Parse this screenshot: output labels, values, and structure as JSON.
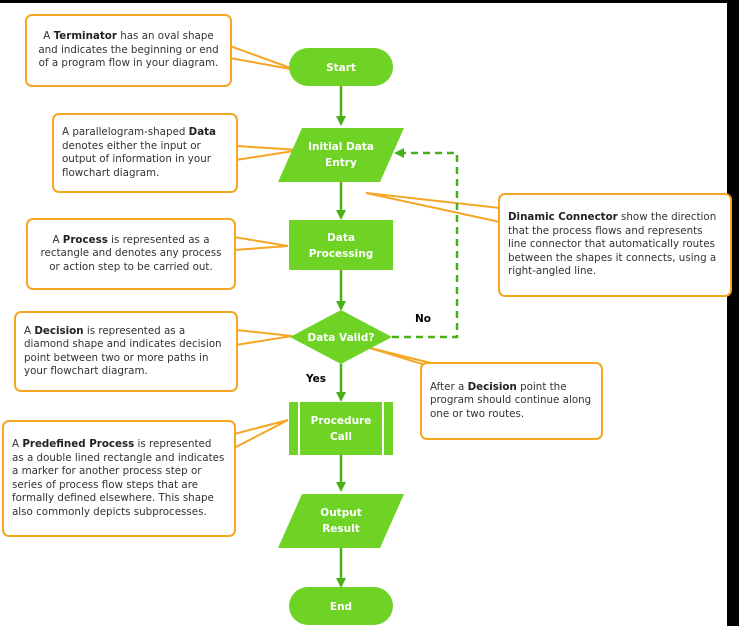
{
  "colors": {
    "shape_fill": "#6ed324",
    "connector": "#4ab01a",
    "callout_border": "#f5a623"
  },
  "shapes": {
    "start": "Start",
    "initial_data_entry": [
      "Initial Data",
      "Entry"
    ],
    "data_processing": [
      "Data",
      "Processing"
    ],
    "data_valid": "Data Valid?",
    "procedure_call": [
      "Procedure",
      "Call"
    ],
    "output_result": [
      "Output",
      "Result"
    ],
    "end": "End"
  },
  "labels": {
    "no": "No",
    "yes": "Yes"
  },
  "callouts": {
    "terminator": {
      "pre": "A ",
      "bold": "Terminator",
      "post": " has an oval shape and indicates the beginning or end of a program flow in your diagram."
    },
    "data": {
      "pre": "A parallelogram-shaped ",
      "bold": "Data",
      "post": " denotes either the input or output of information in your flowchart diagram."
    },
    "process": {
      "pre": "A ",
      "bold": "Process",
      "post": " is represented as a rectangle and denotes any process or action step to be carried out."
    },
    "decision": {
      "pre": "A ",
      "bold": "Decision",
      "post": " is represented as a diamond shape and indicates decision point between two or more paths in your flowchart diagram."
    },
    "predefined": {
      "pre": "A ",
      "bold": "Predefined Process",
      "post": " is represented as a double lined rectangle and indicates a marker for another process step or series of process flow steps that are formally defined elsewhere. This shape also commonly depicts subprocesses."
    },
    "connector": {
      "pre": "",
      "bold": "Dinamic Connector",
      "post": " show the direction that the process flows and represents line connector that automatically routes between the shapes it connects, using a right-angled line."
    },
    "after_decision": {
      "pre": "After a ",
      "bold": "Decision",
      "post": " point the program should continue along one or two routes."
    }
  }
}
